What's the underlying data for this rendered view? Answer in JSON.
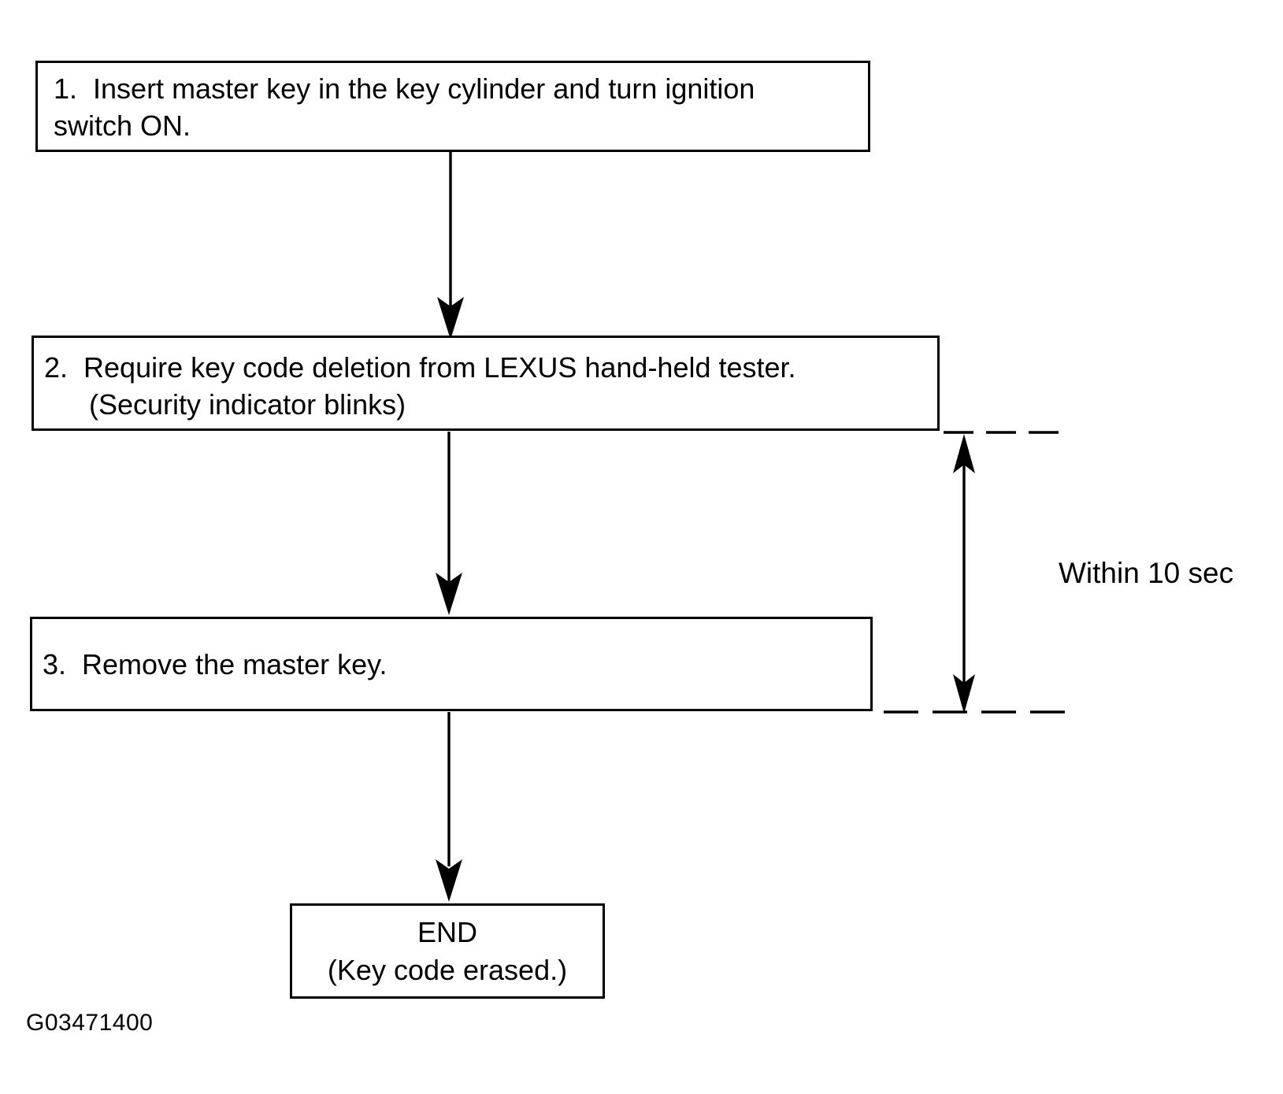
{
  "page": {
    "background_color": "#ffffff",
    "ink_color": "#000000",
    "figure_code": "G03471400"
  },
  "flowchart": {
    "title_hint": "Key code deletion procedure",
    "steps": [
      {
        "id": "step-1",
        "line1": "1.  Insert master key in the key cylinder and turn ignition",
        "line2": "switch ON."
      },
      {
        "id": "step-2",
        "line1": "2.  Require key code deletion from LEXUS hand-held tester.",
        "line2": "(Security indicator blinks)"
      },
      {
        "id": "step-3",
        "line1": "3.  Remove the master key."
      },
      {
        "id": "end",
        "line1": "END",
        "line2": "(Key code erased.)"
      }
    ],
    "timing_annotation": "Within 10 sec"
  }
}
